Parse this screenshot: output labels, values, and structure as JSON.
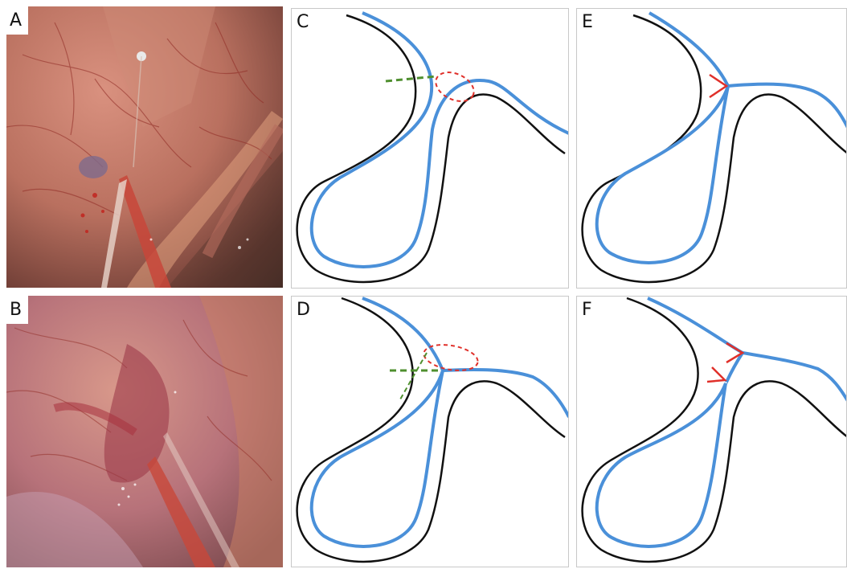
{
  "figure": {
    "panels": [
      {
        "id": "A",
        "label": "A",
        "kind": "photo"
      },
      {
        "id": "B",
        "label": "B",
        "kind": "photo"
      },
      {
        "id": "C",
        "label": "C",
        "kind": "drawing"
      },
      {
        "id": "D",
        "label": "D",
        "kind": "drawing"
      },
      {
        "id": "E",
        "label": "E",
        "kind": "drawing"
      },
      {
        "id": "F",
        "label": "F",
        "kind": "drawing"
      }
    ],
    "colors": {
      "outer_line": "#111111",
      "inner_line": "#4a90d9",
      "ellipse": "#e0302a",
      "dashed_guide": "#4f8f2f",
      "arrow": "#e0302a"
    }
  }
}
